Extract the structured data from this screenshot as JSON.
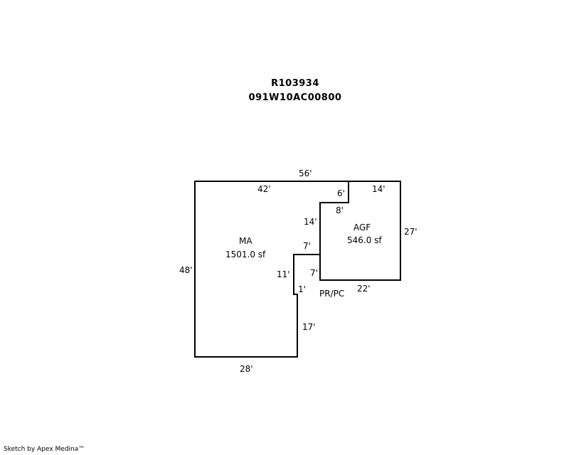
{
  "header": {
    "parcel_id": "R103934",
    "map_number": "091W10AC00800"
  },
  "areas": [
    {
      "code": "MA",
      "area": "1501.0 sf"
    },
    {
      "code": "AGF",
      "area": "546.0 sf"
    },
    {
      "code": "PR/PC"
    }
  ],
  "dimensions": {
    "top_total": "56'",
    "ma_top": "42'",
    "agf_notch_vertical": "6'",
    "agf_top": "14'",
    "agf_notch_horizontal": "8'",
    "agf_right": "27'",
    "ma_inner_vertical": "14'",
    "ma_step_horizontal": "7'",
    "agf_left_lower": "7'",
    "ma_left": "48'",
    "ma_inner_lower": "11'",
    "ma_jog": "1'",
    "agf_bottom": "22'",
    "ma_lower_right": "17'",
    "ma_bottom": "28'"
  },
  "footer": "Sketch by Apex Medina™"
}
